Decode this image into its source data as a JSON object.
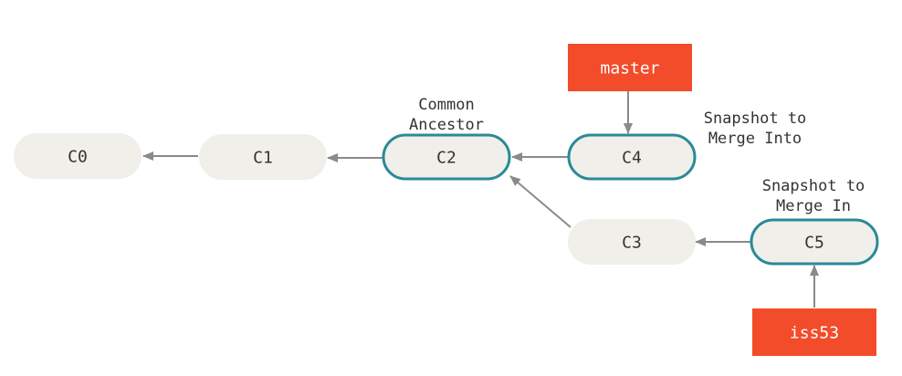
{
  "colors": {
    "commit_fill": "#f0efea",
    "highlight_stroke": "#2a8a98",
    "branch_fill": "#f24c2a",
    "arrow": "#8a8a8a",
    "text": "#333333"
  },
  "commits": {
    "c0": {
      "label": "C0"
    },
    "c1": {
      "label": "C1"
    },
    "c2": {
      "label": "C2"
    },
    "c3": {
      "label": "C3"
    },
    "c4": {
      "label": "C4"
    },
    "c5": {
      "label": "C5"
    }
  },
  "branches": {
    "master": {
      "label": "master"
    },
    "iss53": {
      "label": "iss53"
    }
  },
  "notes": {
    "common_ancestor": {
      "line1": "Common",
      "line2": "Ancestor"
    },
    "merge_into": {
      "line1": "Snapshot to",
      "line2": "Merge Into"
    },
    "merge_in": {
      "line1": "Snapshot to",
      "line2": "Merge In"
    }
  }
}
